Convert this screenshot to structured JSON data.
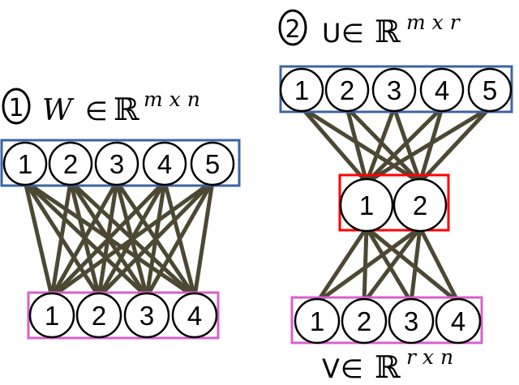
{
  "colors": {
    "blue": "#3c64a0",
    "red": "#ff0000",
    "magenta": "#d860c8",
    "edge": "#4d4833",
    "node_fill": "#ffffff",
    "node_stroke": "#000000"
  },
  "left": {
    "step": "1",
    "label": {
      "var": "W",
      "in": "∈",
      "set": "ℝ",
      "sup": "m x n"
    },
    "top_layer": [
      "1",
      "2",
      "3",
      "4",
      "5"
    ],
    "bottom_layer": [
      "1",
      "2",
      "3",
      "4"
    ]
  },
  "right": {
    "step": "2",
    "label": {
      "var": "U",
      "in": "∈",
      "set": "ℝ",
      "sup": "m x r"
    },
    "top_layer": [
      "1",
      "2",
      "3",
      "4",
      "5"
    ],
    "middle_layer": [
      "1",
      "2"
    ],
    "bottom_layer": [
      "1",
      "2",
      "3",
      "4"
    ],
    "bottom_label": {
      "var": "V",
      "in": "∈",
      "set": "ℝ",
      "sup": "r x n"
    }
  }
}
